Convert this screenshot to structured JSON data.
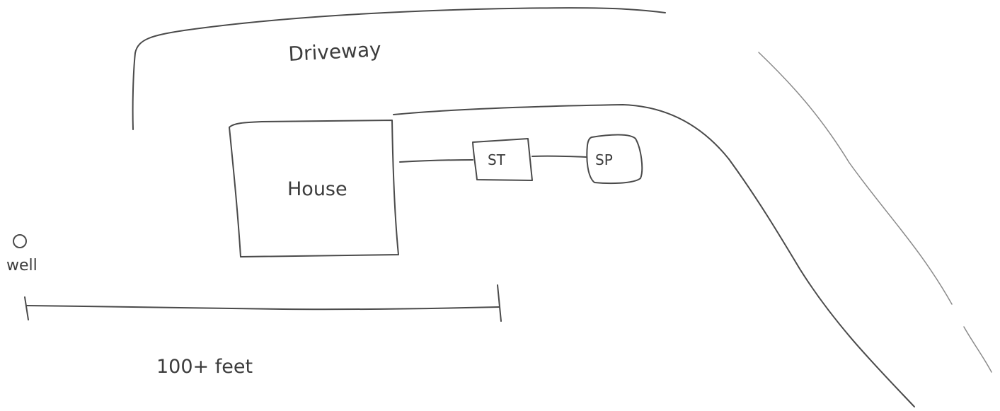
{
  "labels": {
    "driveway": "Driveway",
    "house": "House",
    "septic_tank": "ST",
    "septic_pump": "SP",
    "well": "well",
    "distance": "100+ feet"
  },
  "colors": {
    "ink": "#4a4a4a",
    "faint_ink": "#8a8a8a",
    "paper": "#ffffff"
  }
}
